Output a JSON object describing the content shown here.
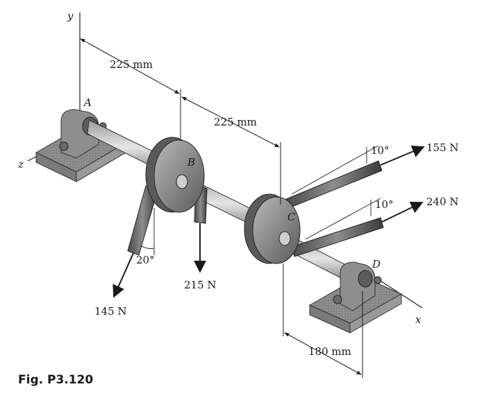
{
  "figure": {
    "caption": "Fig. P3.120",
    "axes": {
      "x": "x",
      "y": "y",
      "z": "z"
    },
    "points": {
      "A": "A",
      "B": "B",
      "C": "C",
      "D": "D"
    },
    "dimensions": {
      "ab": "225 mm",
      "bc": "225 mm",
      "cd": "180 mm"
    },
    "forces": {
      "f145": "145 N",
      "f215": "215 N",
      "f155": "155 N",
      "f240": "240 N"
    },
    "angles": {
      "a20": "20°",
      "a10_top": "10°",
      "a10_bottom": "10°"
    }
  }
}
